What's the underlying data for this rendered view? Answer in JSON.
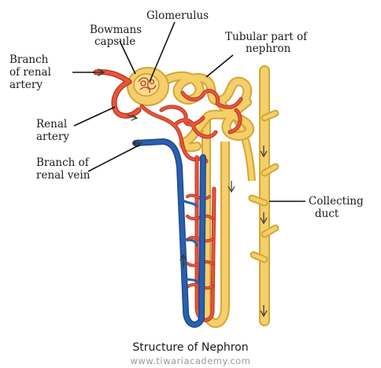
{
  "labels": {
    "glomerulus": "Glomerulus",
    "bowmans_line1": "Bowmans",
    "bowmans_line2": "capsule",
    "tubular_line1": "Tubular part of",
    "tubular_line2": "nephron",
    "artery_branch_line1": "Branch",
    "artery_branch_line2": "of renal",
    "artery_branch_line3": "artery",
    "renal_artery_line1": "Renal",
    "renal_artery_line2": "artery",
    "vein_branch_line1": "Branch of",
    "vein_branch_line2": "renal vein",
    "collecting_line1": "Collecting",
    "collecting_line2": "duct"
  },
  "caption": "Structure of Nephron",
  "watermark": "www.tiwariacademy.com",
  "colors": {
    "tubule": "#f4cf6a",
    "tubule_edge": "#d4a634",
    "artery": "#e8553a",
    "vein": "#2a5fb0",
    "text": "#1a1a1a"
  }
}
